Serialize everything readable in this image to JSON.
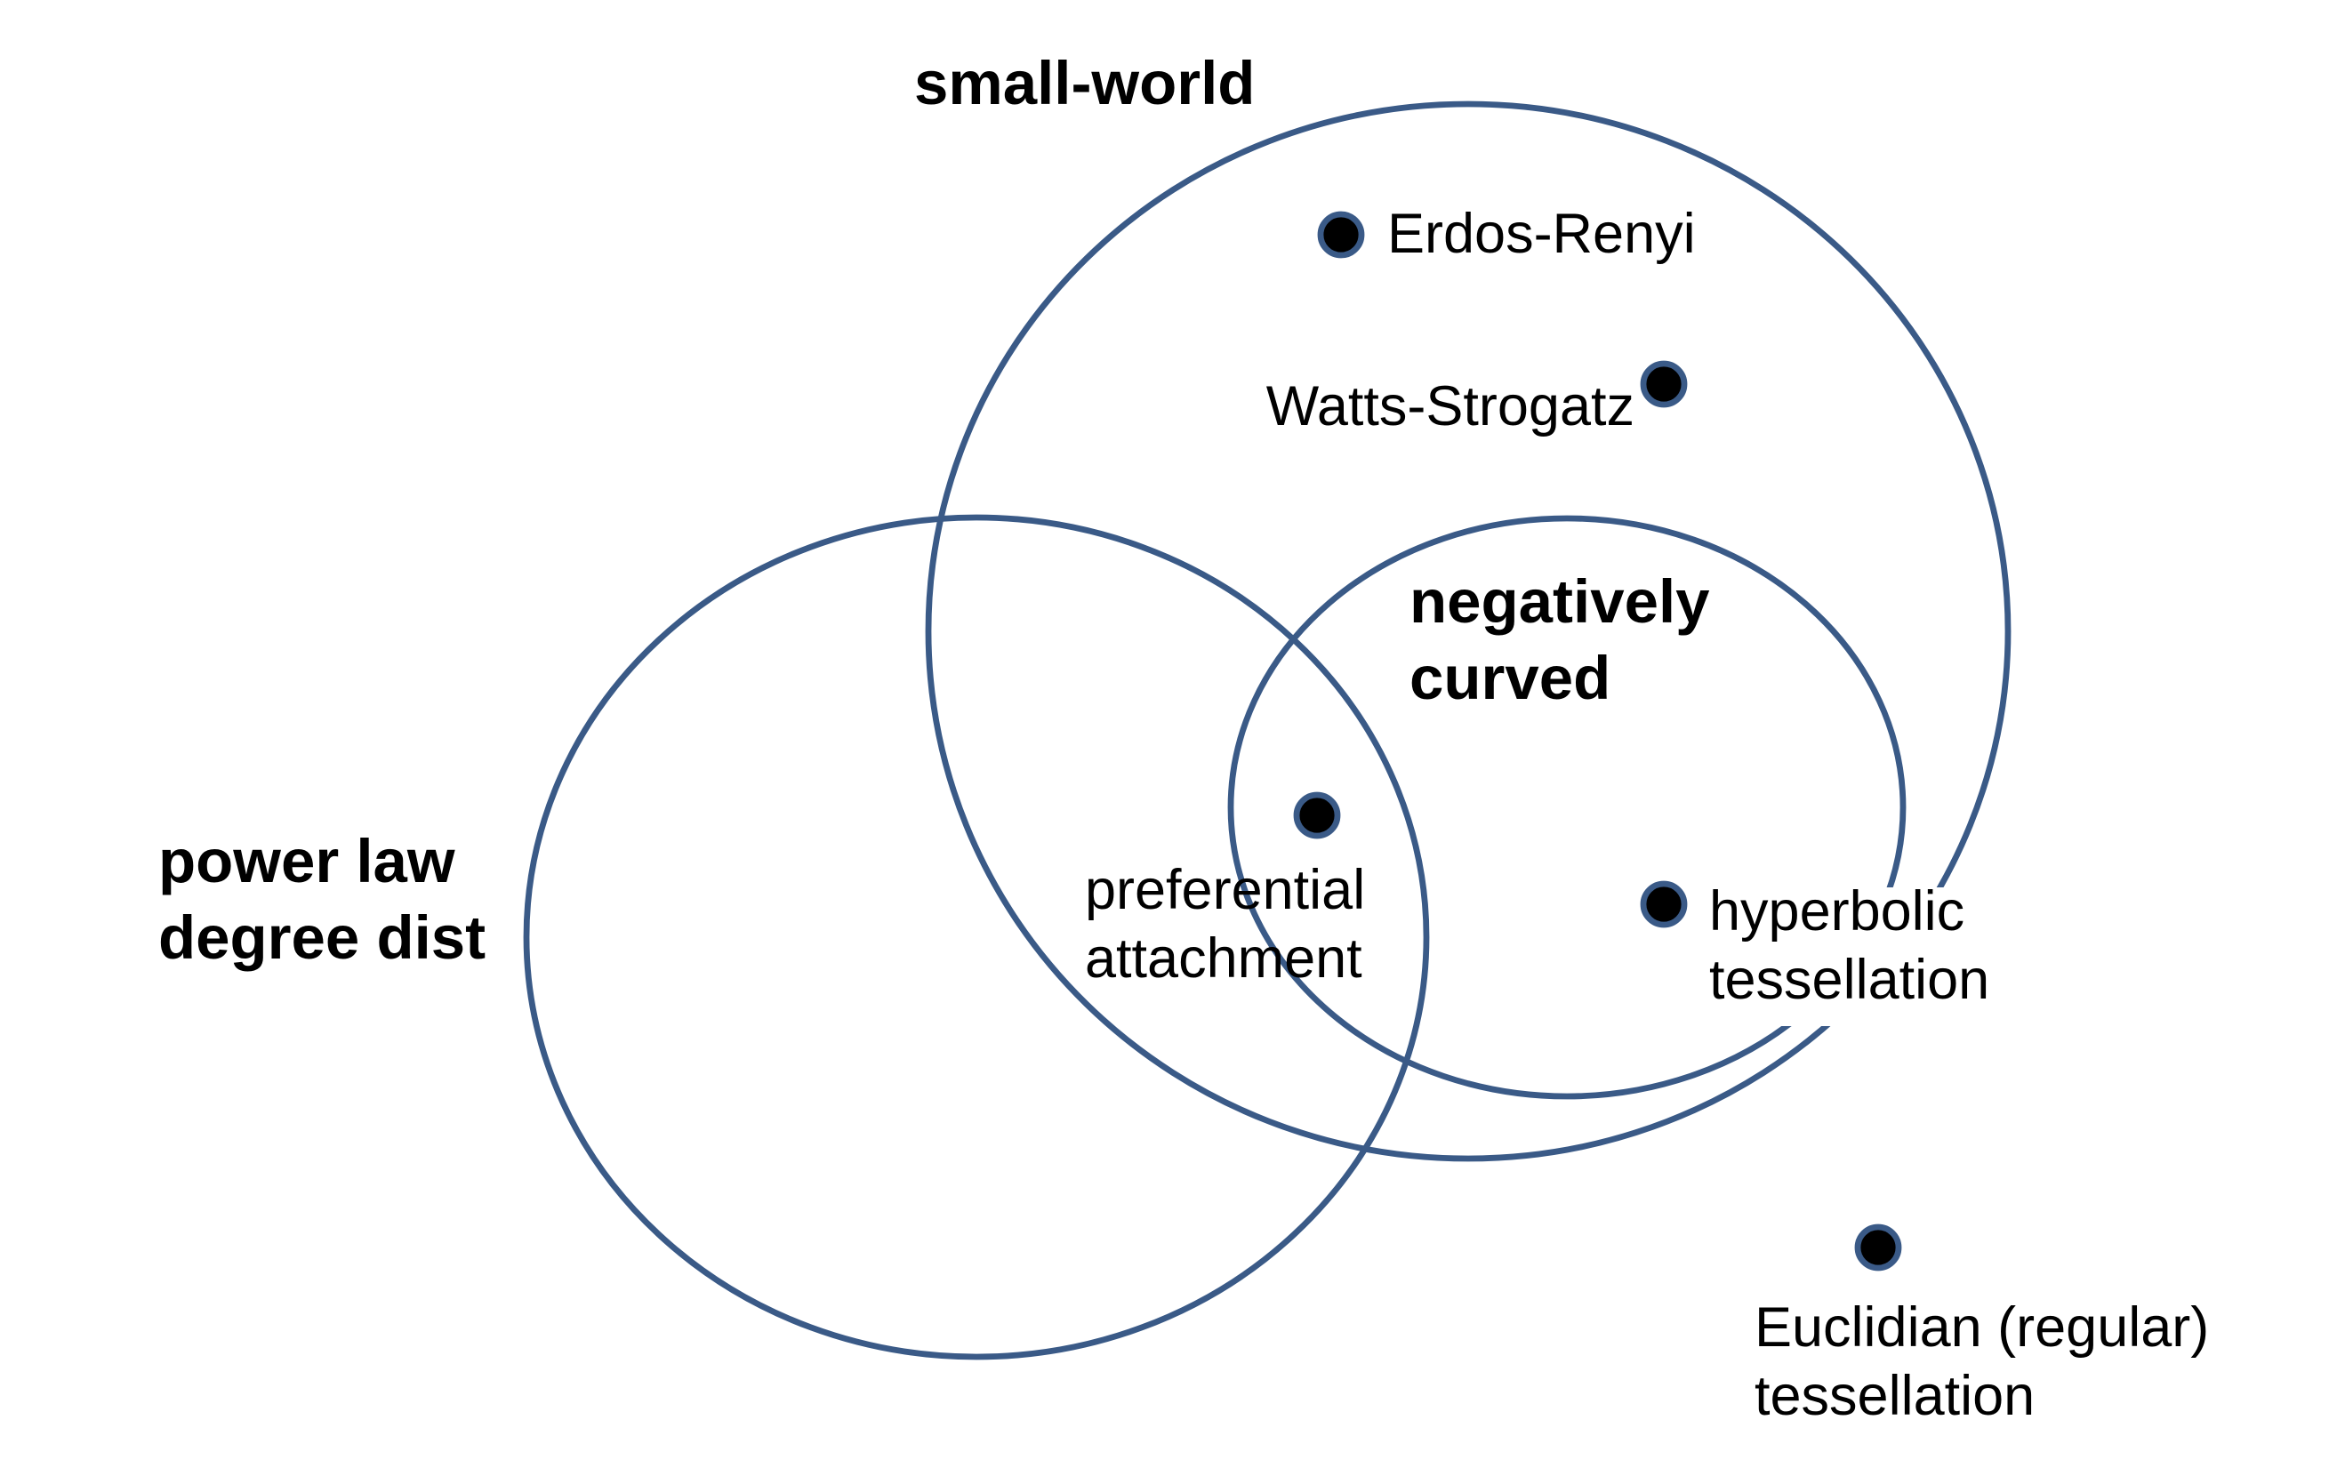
{
  "sets": {
    "small_world": "small-world",
    "power_law": [
      "power law",
      "degree dist"
    ],
    "negatively_curved": [
      "negatively",
      "curved"
    ]
  },
  "items": {
    "erdos_renyi": "Erdos-Renyi",
    "watts_strogatz": "Watts-Strogatz",
    "preferential_attachment": [
      "preferential",
      "attachment"
    ],
    "hyperbolic_tessellation": [
      "hyperbolic",
      "tessellation"
    ],
    "euclidian_tessellation": [
      "Euclidian (regular)",
      "tessellation"
    ]
  },
  "colors": {
    "stroke": "#3a5a87",
    "dot_fill": "#000000",
    "text": "#000000"
  }
}
